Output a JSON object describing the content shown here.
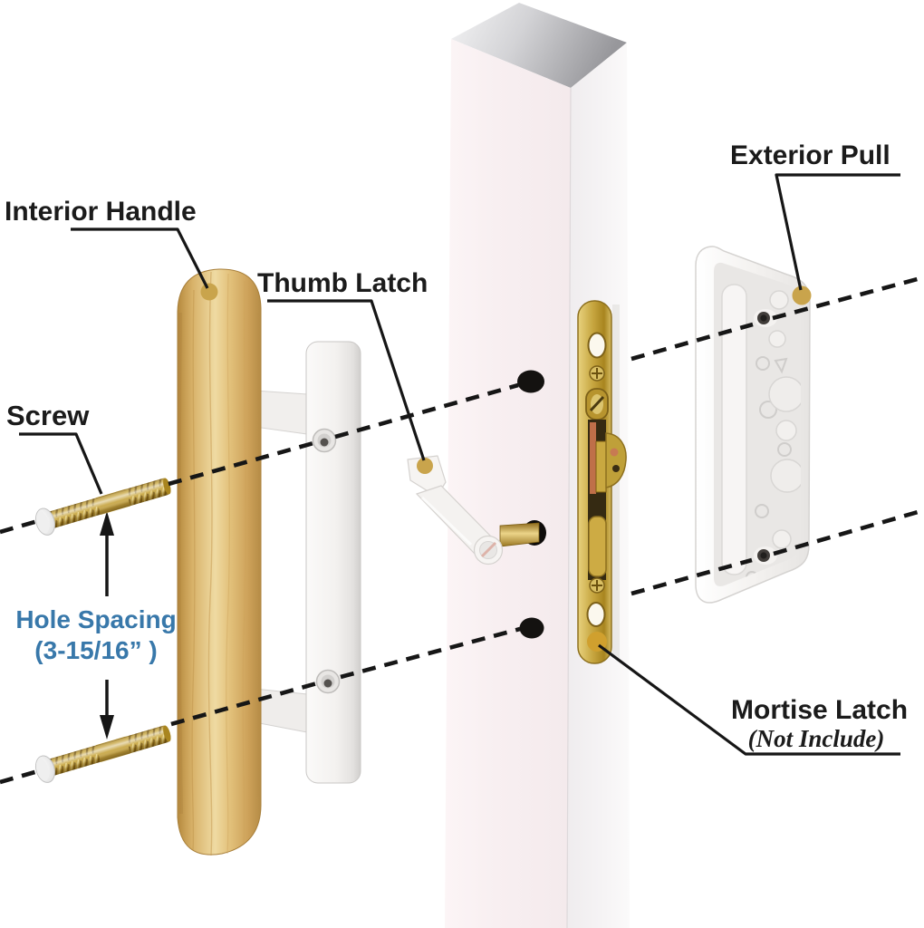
{
  "labels": {
    "interior_handle": "Interior Handle",
    "thumb_latch": "Thumb Latch",
    "screw": "Screw",
    "exterior_pull": "Exterior Pull",
    "mortise_latch": "Mortise Latch",
    "mortise_latch_note": "(Not Include)",
    "hole_spacing_line1": "Hole Spacing",
    "hole_spacing_line2": "(3-15/16” )"
  },
  "dimensions": {
    "hole_spacing_value": "3-15/16”"
  },
  "colors": {
    "label_text": "#1b1b1b",
    "dimension_text": "#3878aa",
    "leader_line": "#161616",
    "gold_marker": "#c9a44c",
    "wood": "#ddb469",
    "brass": "#c3a045",
    "door_front": "#f8eff0",
    "white_hardware": "#f4f2f0"
  }
}
